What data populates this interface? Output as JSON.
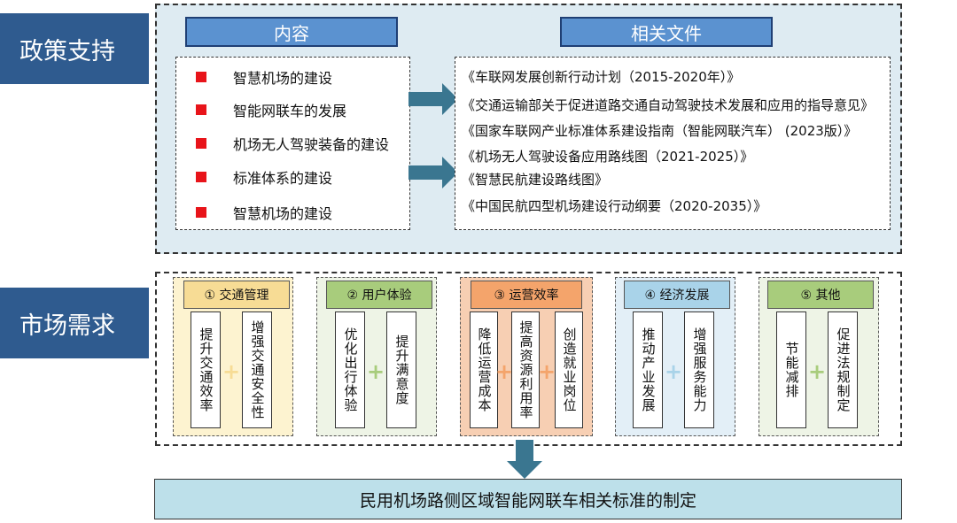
{
  "policy": {
    "side_label": "政策支持",
    "content_header": "内容",
    "files_header": "相关文件",
    "content_items": [
      "智慧机场的建设",
      "智能网联车的发展",
      "机场无人驾驶装备的建设",
      "标准体系的建设",
      "智慧机场的建设"
    ],
    "files": [
      "《车联网发展创新行动计划（2015-2020年）》",
      "《交通运输部关于促进道路交通自动驾驶技术发展和应用的指导意见》",
      "《国家车联网产业标准体系建设指南（智能网联汽车）  (2023版）》",
      "《机场无人驾驶设备应用路线图（2021-2025）》",
      "《智慧民航建设路线图》",
      " 《中国民航四型机场建设行动纲要（2020-2035）》"
    ]
  },
  "market": {
    "side_label": "市场需求",
    "categories": [
      {
        "title": "①  交通管理",
        "items": [
          "提升交通效率",
          "增强交通安全性"
        ]
      },
      {
        "title": "②  用户体验",
        "items": [
          "优化出行体验",
          "提升满意度"
        ]
      },
      {
        "title": "③  运营效率",
        "items": [
          "降低运营成本",
          "提高资源利用率",
          "创造就业岗位"
        ]
      },
      {
        "title": "④  经济发展",
        "items": [
          "推动产业发展",
          "增强服务能力"
        ]
      },
      {
        "title": "⑤  其他",
        "items": [
          "节能减排",
          "促进法规制定"
        ]
      }
    ]
  },
  "result": {
    "label": "民用机场路侧区域智能网联车相关标准的制定"
  },
  "colors": {
    "label_blue": "#2f5b8f",
    "header_blue": "#5b92d0",
    "policy_bg": "#deebf2",
    "arrow": "#3a7690",
    "cat1": "#fdf3d0",
    "cat1_head": "#f7dc95",
    "cat2": "#eef4e6",
    "cat2_head": "#a8cc7c",
    "cat3": "#f7cfb3",
    "cat3_head": "#f4a46b",
    "cat4": "#e3eff7",
    "cat4_head": "#a9d3e9",
    "cat5": "#eef4e6",
    "cat5_head": "#a8cc7c"
  }
}
